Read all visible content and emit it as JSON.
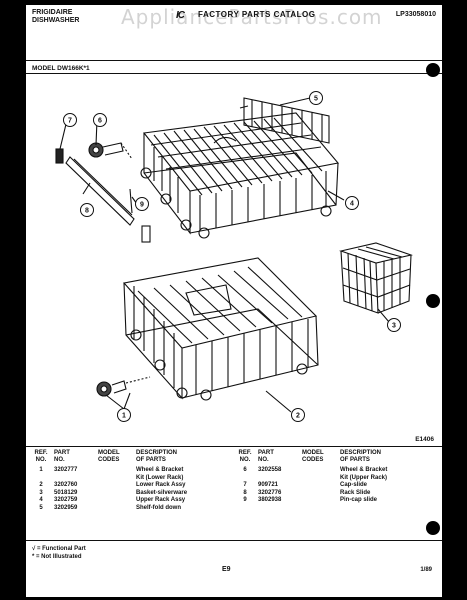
{
  "header": {
    "brand_line1": "FRIGIDAIRE",
    "brand_line2": "DISHWASHER",
    "logo": "IC",
    "catalog_title": "FACTORY PARTS CATALOG",
    "doc_number": "LP33058010",
    "watermark": "AppliancePartsPros.com"
  },
  "model_line": "MODEL DW166K*1",
  "diagram": {
    "callouts": [
      "1",
      "2",
      "3",
      "4",
      "5",
      "6",
      "7",
      "8",
      "9"
    ],
    "figure_ref": "E1406"
  },
  "parts_table": {
    "headers": {
      "ref_no": [
        "REF.",
        "NO."
      ],
      "part_no": [
        "PART",
        "NO."
      ],
      "model_codes": [
        "MODEL",
        "CODES"
      ],
      "description": [
        "DESCRIPTION",
        "OF PARTS"
      ]
    },
    "left_rows": [
      {
        "ref": "1",
        "part": "3202777",
        "codes": "",
        "desc": [
          "Wheel & Bracket",
          "Kit (Lower Rack)"
        ]
      },
      {
        "ref": "2",
        "part": "3202760",
        "codes": "",
        "desc": [
          "Lower Rack Assy"
        ]
      },
      {
        "ref": "3",
        "part": "5018129",
        "codes": "",
        "desc": [
          "Basket-silverware"
        ]
      },
      {
        "ref": "4",
        "part": "3202759",
        "codes": "",
        "desc": [
          "Upper Rack Assy"
        ]
      },
      {
        "ref": "5",
        "part": "3202959",
        "codes": "",
        "desc": [
          "Shelf-fold down"
        ]
      }
    ],
    "right_rows": [
      {
        "ref": "6",
        "part": "3202558",
        "codes": "",
        "desc": [
          "Wheel & Bracket",
          "Kit (Upper Rack)"
        ]
      },
      {
        "ref": "7",
        "part": "909721",
        "codes": "",
        "desc": [
          "Cap-slide"
        ]
      },
      {
        "ref": "8",
        "part": "3202776",
        "codes": "",
        "desc": [
          "Rack Slide"
        ]
      },
      {
        "ref": "9",
        "part": "3802938",
        "codes": "",
        "desc": [
          "Pin-cap slide"
        ]
      }
    ]
  },
  "legend": {
    "functional": "√ = Functional Part",
    "not_illustrated": "* = Not Illustrated"
  },
  "footer": {
    "page_code": "E9",
    "date": "1/89"
  }
}
